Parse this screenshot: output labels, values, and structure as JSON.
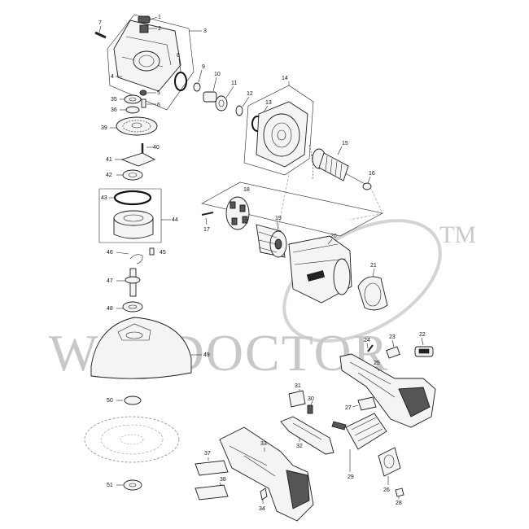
{
  "watermark": {
    "text": "WELDOCTOR",
    "trademark": "TM"
  },
  "part_labels": [
    "1",
    "2",
    "3",
    "4",
    "5",
    "6",
    "7",
    "8",
    "9",
    "10",
    "11",
    "12",
    "13",
    "14",
    "15",
    "16",
    "17",
    "18",
    "19",
    "20",
    "21",
    "22",
    "23",
    "24",
    "25",
    "26",
    "27",
    "28",
    "29",
    "30",
    "31",
    "32",
    "33",
    "34",
    "35",
    "36",
    "37",
    "38",
    "39",
    "40",
    "41",
    "42",
    "43",
    "44",
    "45",
    "46",
    "47",
    "48",
    "49",
    "50",
    "51"
  ],
  "colors": {
    "line": "#1a1a1a",
    "watermark": "#c8c8c8",
    "background": "#ffffff"
  }
}
